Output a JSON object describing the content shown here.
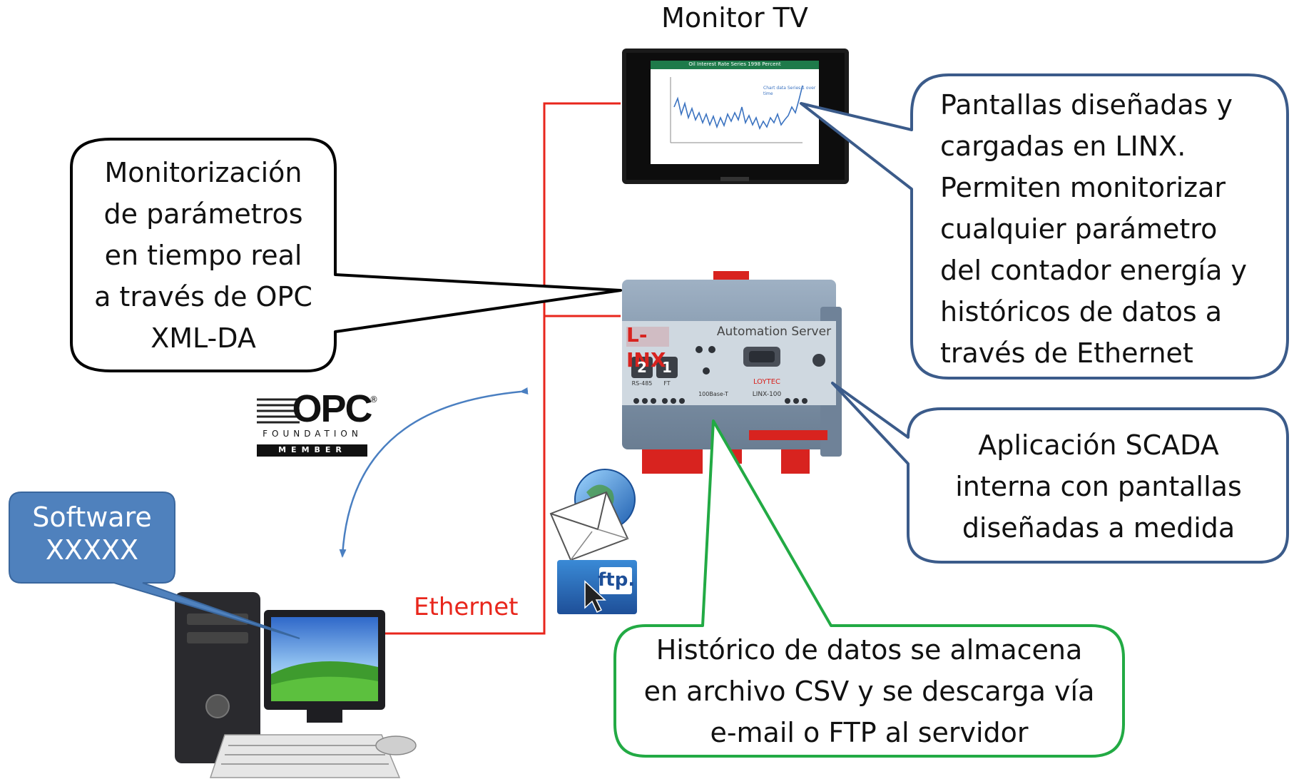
{
  "diagram": {
    "monitor_label": "Monitor TV",
    "monitor_screen": {
      "chart_title": "Oil Interest Rate Series 1998 Percent",
      "legend_text": "Chart data Series 1 over time"
    },
    "linx_device": {
      "brand": "L-INX",
      "subtitle": "Automation Server",
      "model": "LINX-100",
      "maker": "LOYTEC",
      "port_labels": [
        "RS-485",
        "FT",
        "100Base-T"
      ],
      "port_numbers": [
        "2",
        "1"
      ]
    },
    "opc_logo": {
      "letters": "OPC",
      "foundation": "FOUNDATION",
      "member": "MEMBER",
      "registered": "®"
    },
    "ftp_label": "ftp.",
    "ethernet_label": "Ethernet",
    "software_callout": [
      "Software",
      "XXXXX"
    ],
    "callout_opc": [
      "Monitorización",
      "de parámetros",
      "en tiempo real",
      "a través de OPC",
      "XML-DA"
    ],
    "callout_screens": [
      "Pantallas diseñadas y",
      "cargadas en LINX.",
      "Permiten monitorizar",
      "cualquier parámetro",
      "del contador energía y",
      "históricos de datos a",
      "través de Ethernet"
    ],
    "callout_scada": [
      "Aplicación SCADA",
      "interna con pantallas",
      "diseñadas a medida"
    ],
    "callout_history": [
      "Histórico de datos se almacena",
      "en archivo CSV y se descarga vía",
      "e-mail o FTP al servidor"
    ],
    "colors": {
      "ethernet": "#e8261c",
      "callout_blue_border": "#3b5b8a",
      "callout_green_border": "#22aa44",
      "software_fill": "#4f81bd",
      "arrow_blue": "#4a7fc1",
      "device_body": "#7f93a8",
      "terminal_red": "#d8231f"
    }
  }
}
